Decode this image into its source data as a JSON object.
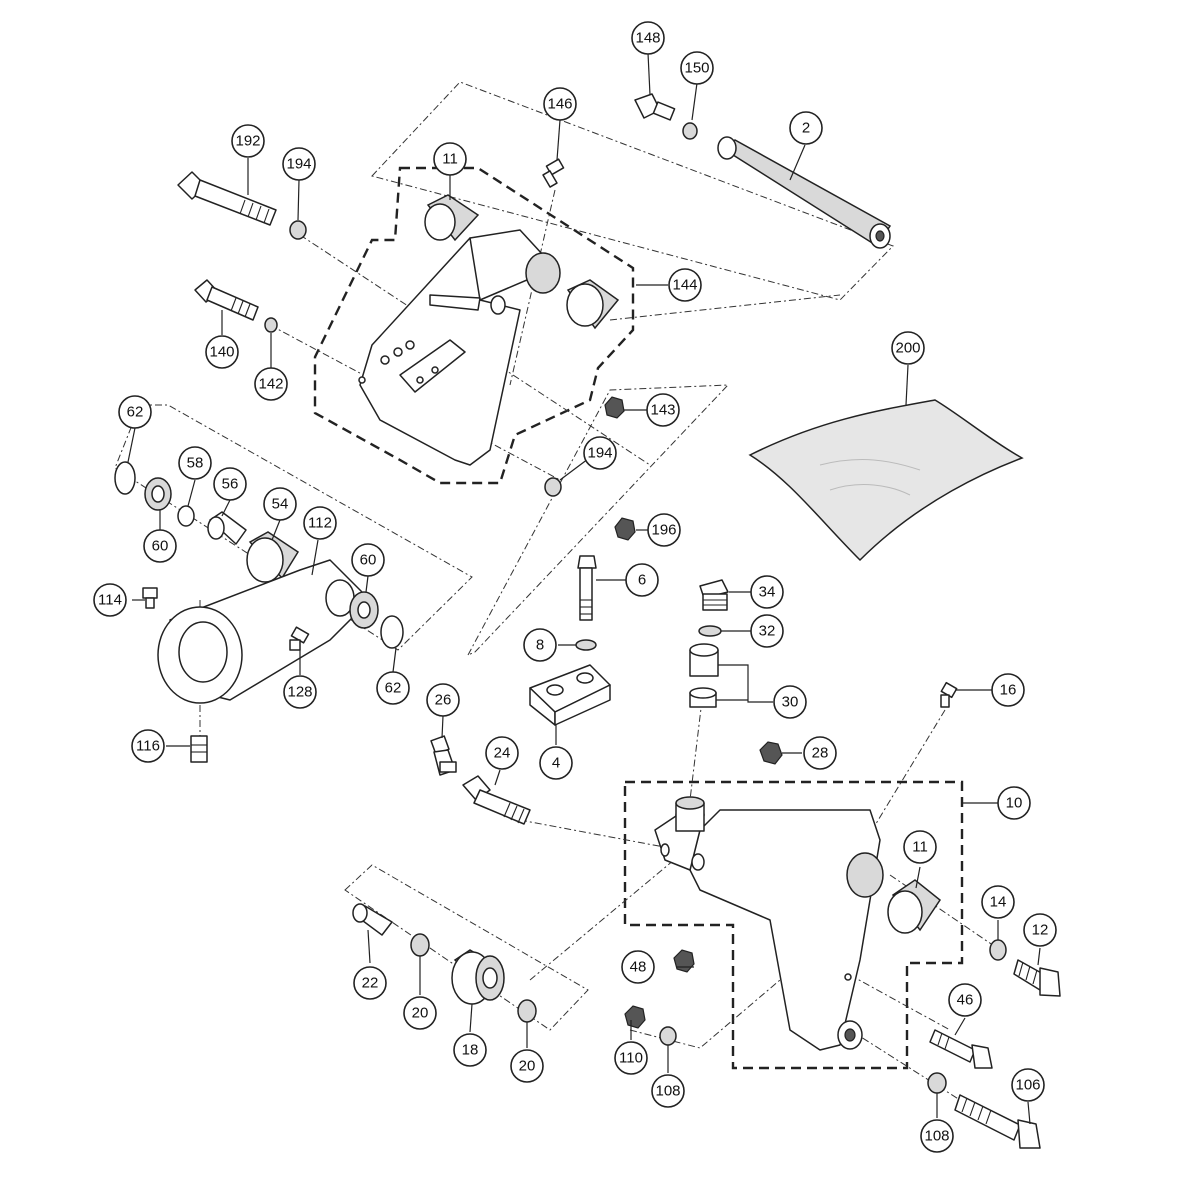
{
  "callouts": [
    {
      "label": "148"
    },
    {
      "label": "150"
    },
    {
      "label": "2"
    },
    {
      "label": "146"
    },
    {
      "label": "192"
    },
    {
      "label": "194"
    },
    {
      "label": "11"
    },
    {
      "label": "144"
    },
    {
      "label": "140"
    },
    {
      "label": "142"
    },
    {
      "label": "143"
    },
    {
      "label": "200"
    },
    {
      "label": "62"
    },
    {
      "label": "58"
    },
    {
      "label": "56"
    },
    {
      "label": "54"
    },
    {
      "label": "112"
    },
    {
      "label": "60"
    },
    {
      "label": "194"
    },
    {
      "label": "60"
    },
    {
      "label": "196"
    },
    {
      "label": "114"
    },
    {
      "label": "6"
    },
    {
      "label": "34"
    },
    {
      "label": "8"
    },
    {
      "label": "32"
    },
    {
      "label": "128"
    },
    {
      "label": "62"
    },
    {
      "label": "30"
    },
    {
      "label": "16"
    },
    {
      "label": "26"
    },
    {
      "label": "24"
    },
    {
      "label": "116"
    },
    {
      "label": "4"
    },
    {
      "label": "28"
    },
    {
      "label": "10"
    },
    {
      "label": "11"
    },
    {
      "label": "14"
    },
    {
      "label": "12"
    },
    {
      "label": "22"
    },
    {
      "label": "48"
    },
    {
      "label": "46"
    },
    {
      "label": "20"
    },
    {
      "label": "18"
    },
    {
      "label": "20"
    },
    {
      "label": "110"
    },
    {
      "label": "108"
    },
    {
      "label": "106"
    },
    {
      "label": "108"
    }
  ]
}
